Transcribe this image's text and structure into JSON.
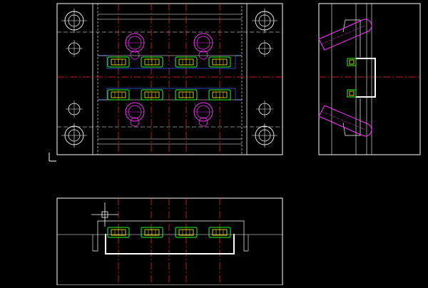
{
  "app": {
    "kind": "cad-drawing-viewport",
    "background": "#000000"
  },
  "colors": {
    "outline": "#ffffff",
    "centerline": "#ff2a2a",
    "magenta": "#ff33ff",
    "green": "#22ff22",
    "yellow": "#ffff00",
    "cyan": "#00ffff",
    "blue": "#3a66ff"
  },
  "views": {
    "top": {
      "name": "top-view",
      "label": ""
    },
    "side": {
      "name": "side-view",
      "label": ""
    },
    "front": {
      "name": "front-view",
      "label": ""
    }
  },
  "icons": {
    "ucs": "ucs-icon",
    "crosshair": "crosshair-cursor-icon"
  }
}
